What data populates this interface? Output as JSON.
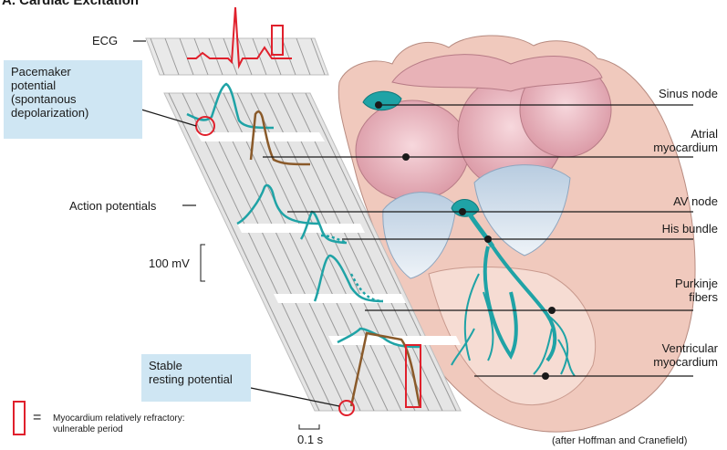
{
  "title": "A. Cardiac Excitation",
  "labels": {
    "ecg": "ECG",
    "action_potentials": "Action potentials",
    "scale_mv": "100 mV",
    "scale_time": "0.1 s",
    "pacemaker_line1": "Pacemaker",
    "pacemaker_line2": "potential",
    "pacemaker_line3": "(spontanous",
    "pacemaker_line4": "depolarization)",
    "stable_line1": "Stable",
    "stable_line2": "resting potential",
    "legend_line1": "Myocardium relatively refractory:",
    "legend_line2": "vulnerable period",
    "legend_eq": "=",
    "sinus_node": "Sinus node",
    "atrial_line1": "Atrial",
    "atrial_line2": "myocardium",
    "av_node": "AV node",
    "his_bundle": "His bundle",
    "purkinje_line1": "Purkinje",
    "purkinje_line2": "fibers",
    "ventricular_line1": "Ventricular",
    "ventricular_line2": "myocardium",
    "credit": "(after Hoffman and Cranefield)"
  },
  "colors": {
    "ecg": "#e0202c",
    "teal": "#1fa3a6",
    "brown": "#8a5a2a",
    "callout": "#cfe6f3",
    "heart": "#f0c9bd",
    "grid": "#cfcfcf"
  }
}
